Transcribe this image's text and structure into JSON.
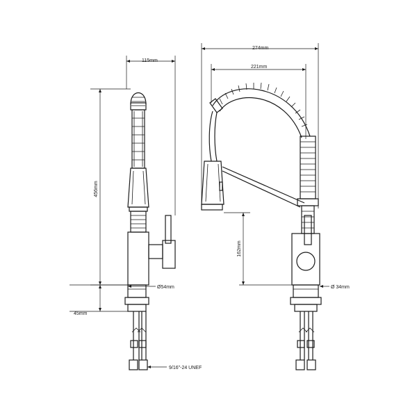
{
  "dimensions": {
    "width_side": "115mm",
    "height_total": "456mm",
    "diameter_base": "Ø54mm",
    "base_height": "45mm",
    "thread": "9/16\"-24 UNEF",
    "width_reach_total": "274mm",
    "width_reach_spout": "221mm",
    "height_spout": "162mm",
    "diameter_body": "Ø 34mm"
  }
}
